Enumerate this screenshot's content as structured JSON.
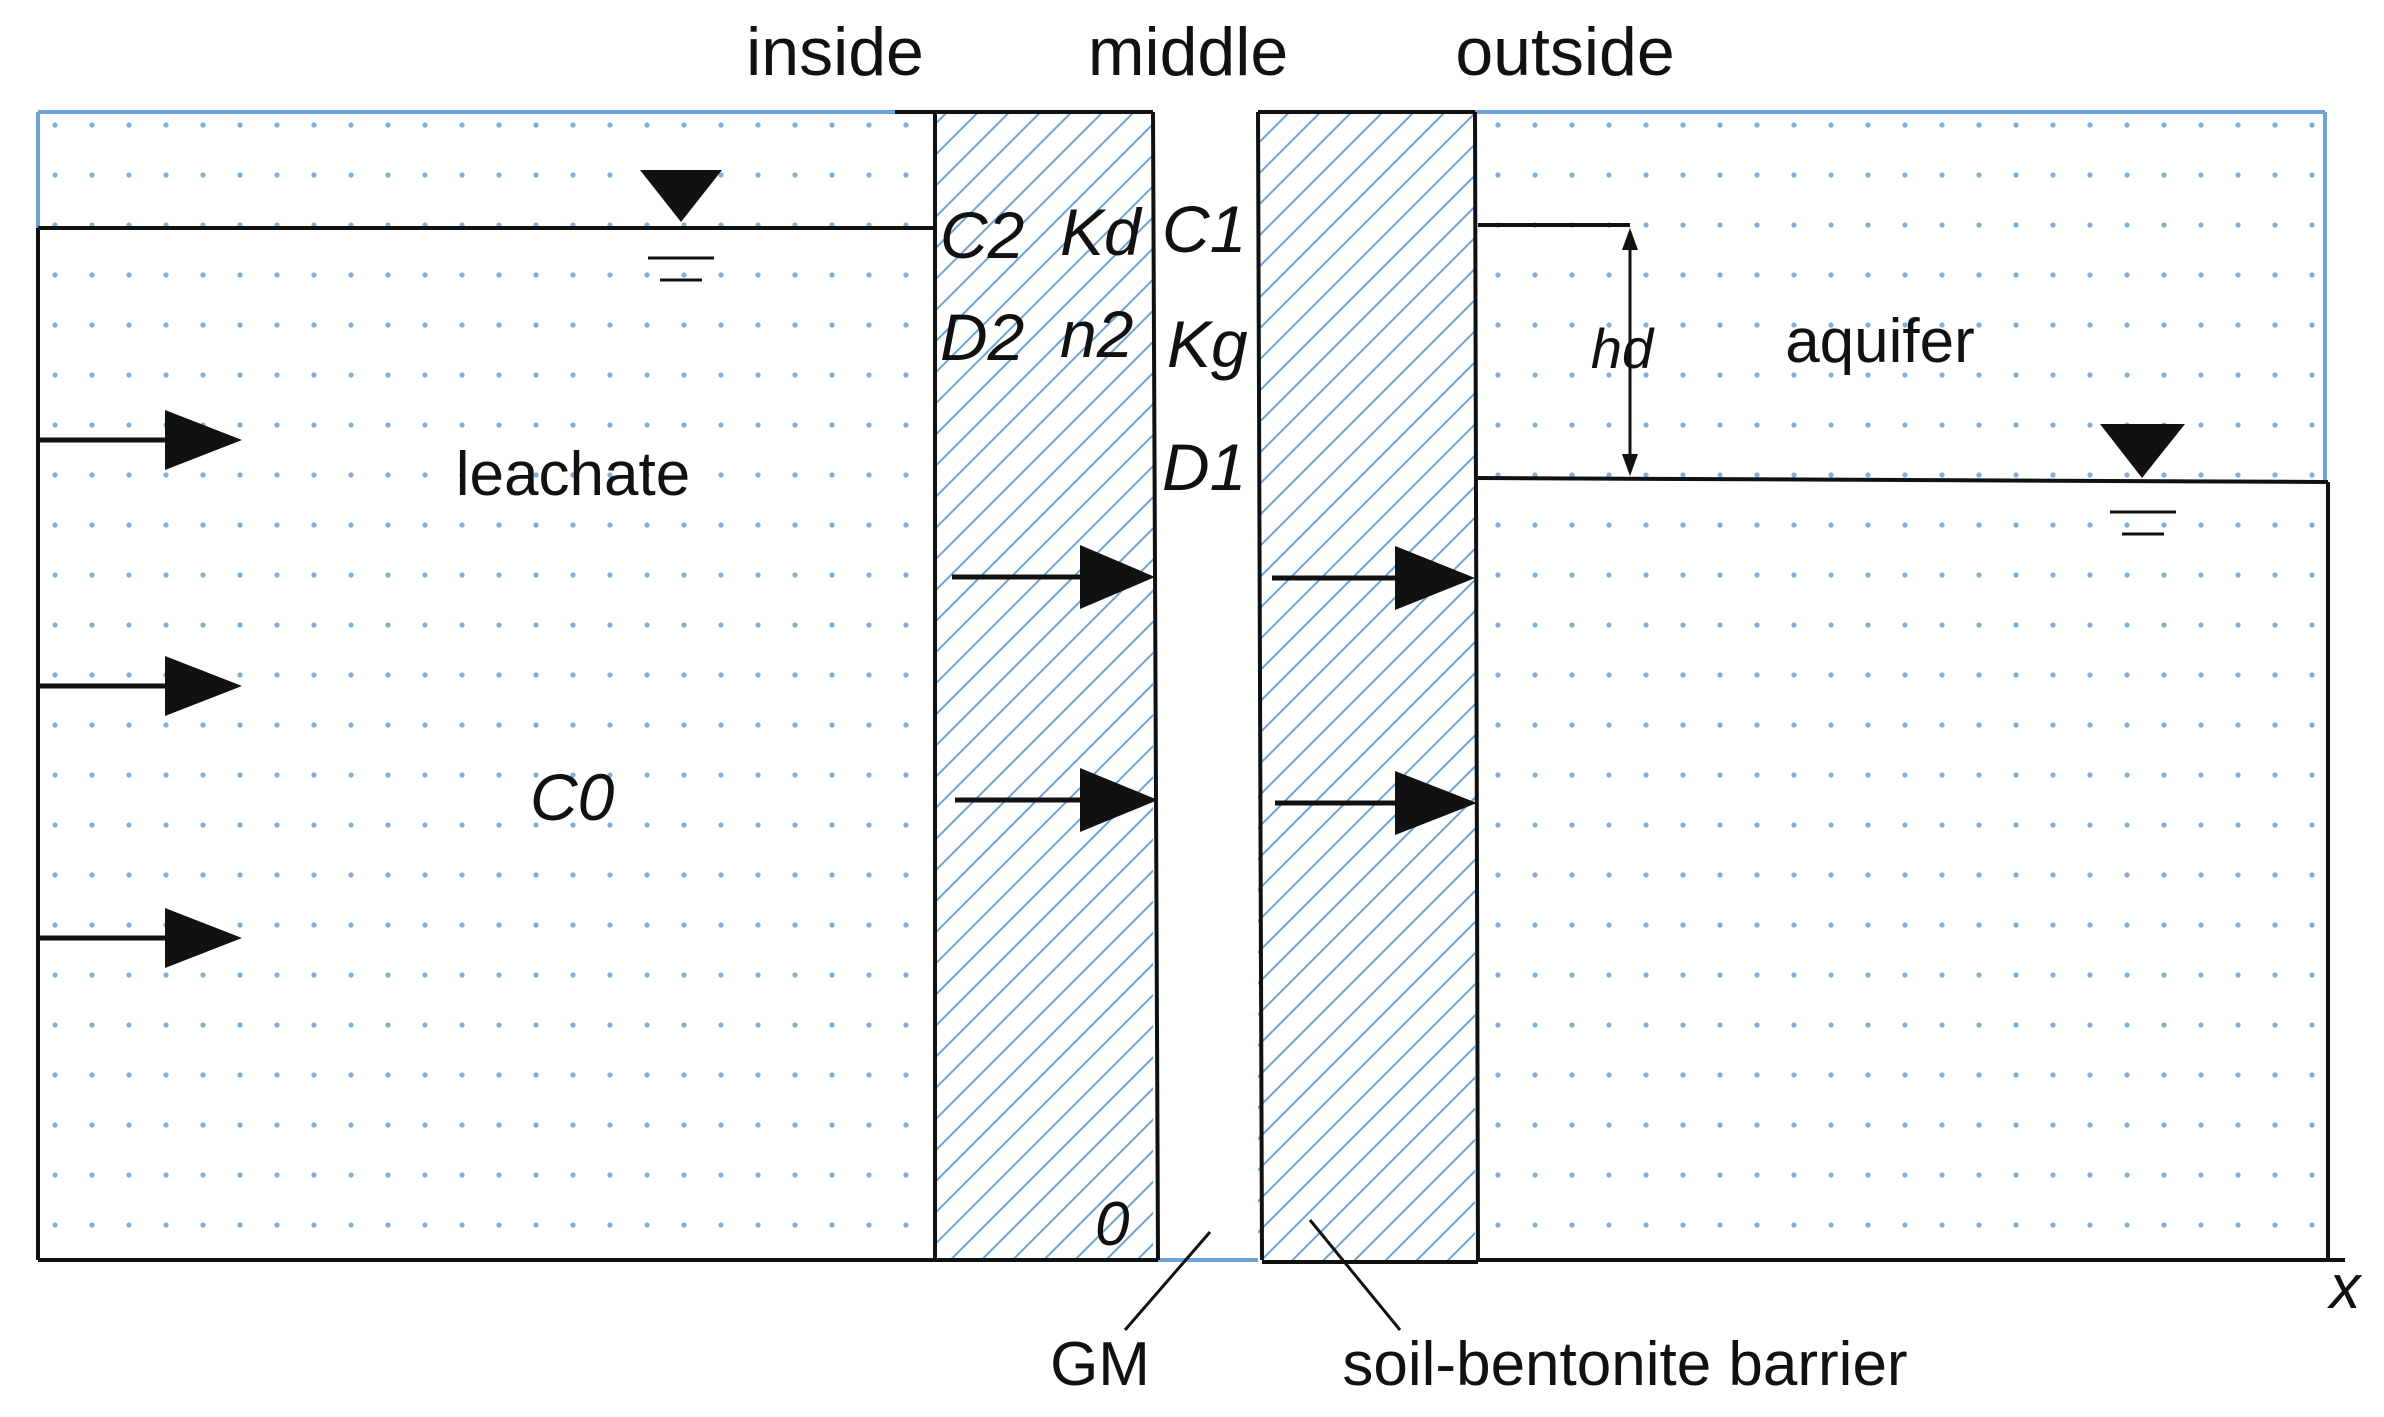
{
  "header": {
    "inside": "inside",
    "middle": "middle",
    "outside": "outside"
  },
  "regions": {
    "leachate": "leachate",
    "aquifer": "aquifer",
    "source_concentration": "C0"
  },
  "parameters": {
    "c2": "C2",
    "kd": "Kd",
    "c1": "C1",
    "d2": "D2",
    "n2": "n2",
    "kg": "Kg",
    "d1": "D1",
    "origin": "0",
    "head_difference": "hd",
    "x_axis": "x"
  },
  "callouts": {
    "geomembrane": "GM",
    "barrier": "soil-bentonite barrier"
  },
  "colors": {
    "water": "#6fa3d8",
    "fill_dots": "#7fb0dc",
    "hatch": "#6fa3d8",
    "outline": "#111111"
  }
}
